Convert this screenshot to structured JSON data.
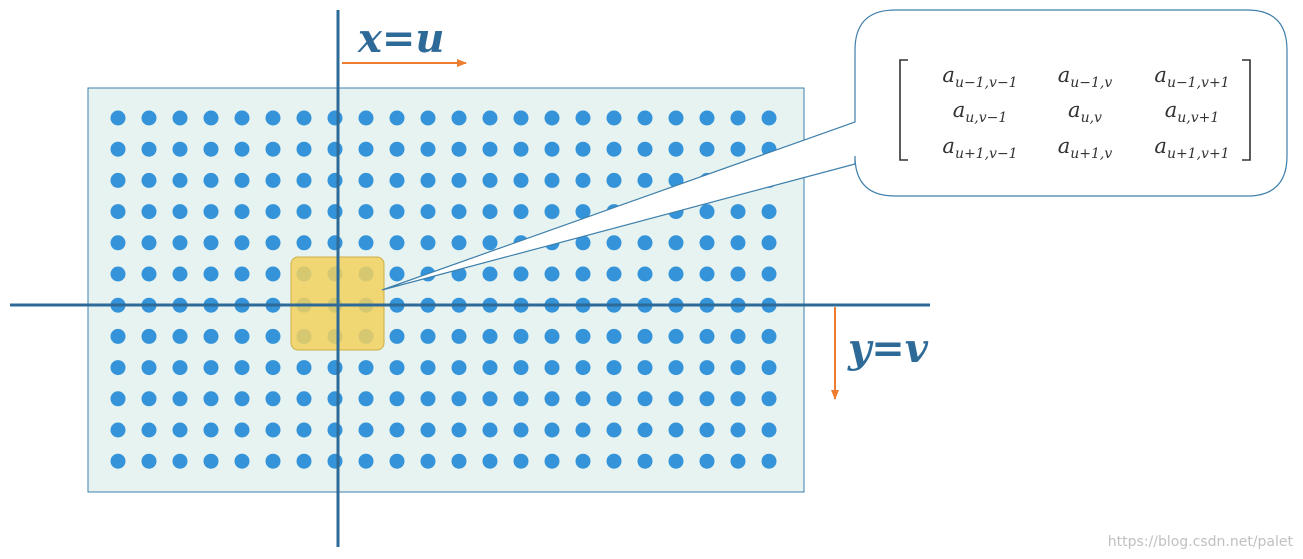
{
  "labels": {
    "x_axis": "x=u",
    "y_axis": "y=v",
    "watermark": "https://blog.csdn.net/palet"
  },
  "grid": {
    "rows": 12,
    "cols": 22,
    "highlight_rows": [
      5,
      6,
      7
    ],
    "highlight_cols": [
      6,
      7,
      8
    ]
  },
  "matrix": {
    "cells": [
      [
        "a_{u−1,v−1}",
        "a_{u−1,v}",
        "a_{u−1,v+1}"
      ],
      [
        "a_{u,v−1}",
        "a_{u,v}",
        "a_{u,v+1}"
      ],
      [
        "a_{u+1,v−1}",
        "a_{u+1,v}",
        "a_{u+1,v+1}"
      ]
    ]
  },
  "colors": {
    "panel_fill": "#e6f3f0",
    "panel_stroke": "#3e7fab",
    "dot": "#3594d9",
    "axis": "#2d6a98",
    "arrow": "#ed7d31",
    "highlight_fill": "#f3d25f",
    "highlight_stroke": "#c9a227"
  }
}
